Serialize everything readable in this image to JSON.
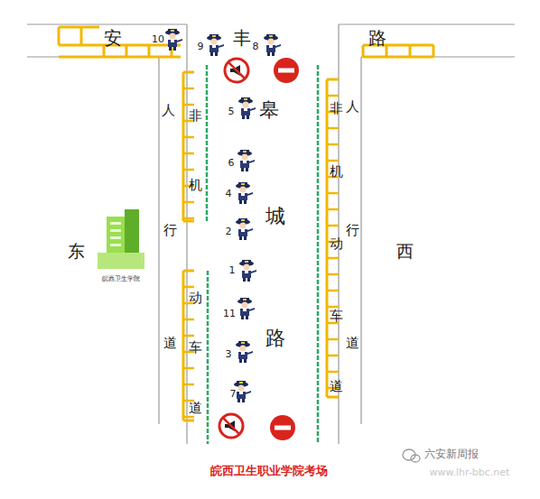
{
  "diagram": {
    "caption": "皖西卫生职业学院考场",
    "labels": [
      "10",
      "安",
      "9",
      "丰",
      "8",
      "路",
      "人",
      "非",
      "5",
      "皋",
      "非",
      "人",
      "6",
      "机",
      "机",
      "4",
      "城",
      "行",
      "2",
      "行",
      "动",
      "东",
      "西",
      "1",
      "皖西卫生学院",
      "动",
      "11",
      "车",
      "路",
      "道",
      "车",
      "3",
      "道",
      "道",
      "7",
      "道",
      "六安新周报",
      "www.lhr-bbc.net"
    ]
  }
}
